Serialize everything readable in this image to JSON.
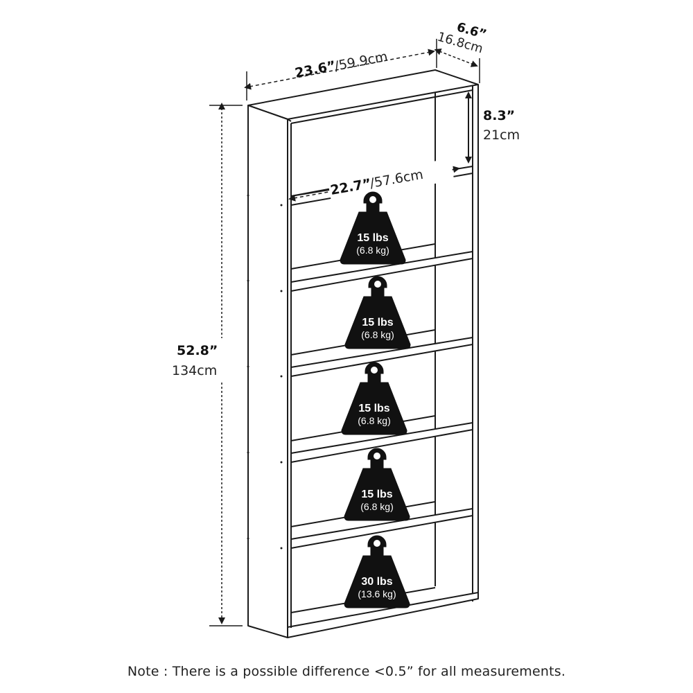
{
  "dimensions": {
    "width": {
      "imperial": "23.6”",
      "metric": "/59.9cm"
    },
    "depth": {
      "imperial": "6.6”",
      "metric": "16.8cm"
    },
    "shelf_gap": {
      "imperial": "8.3”",
      "metric": "21cm"
    },
    "inner_width": {
      "imperial": "22.7”",
      "metric": "/57.6cm"
    },
    "height": {
      "imperial": "52.8”",
      "metric": "134cm"
    }
  },
  "weights": [
    {
      "lbs": "15 lbs",
      "kg": "(6.8 kg)"
    },
    {
      "lbs": "15 lbs",
      "kg": "(6.8 kg)"
    },
    {
      "lbs": "15 lbs",
      "kg": "(6.8 kg)"
    },
    {
      "lbs": "15 lbs",
      "kg": "(6.8 kg)"
    },
    {
      "lbs": "30 lbs",
      "kg": "(13.6 kg)"
    }
  ],
  "note": "Note : There is a possible difference <0.5” for all measurements.",
  "colors": {
    "line": "#1a1a1a",
    "weight_fill": "#111111",
    "weight_text": "#ffffff"
  }
}
